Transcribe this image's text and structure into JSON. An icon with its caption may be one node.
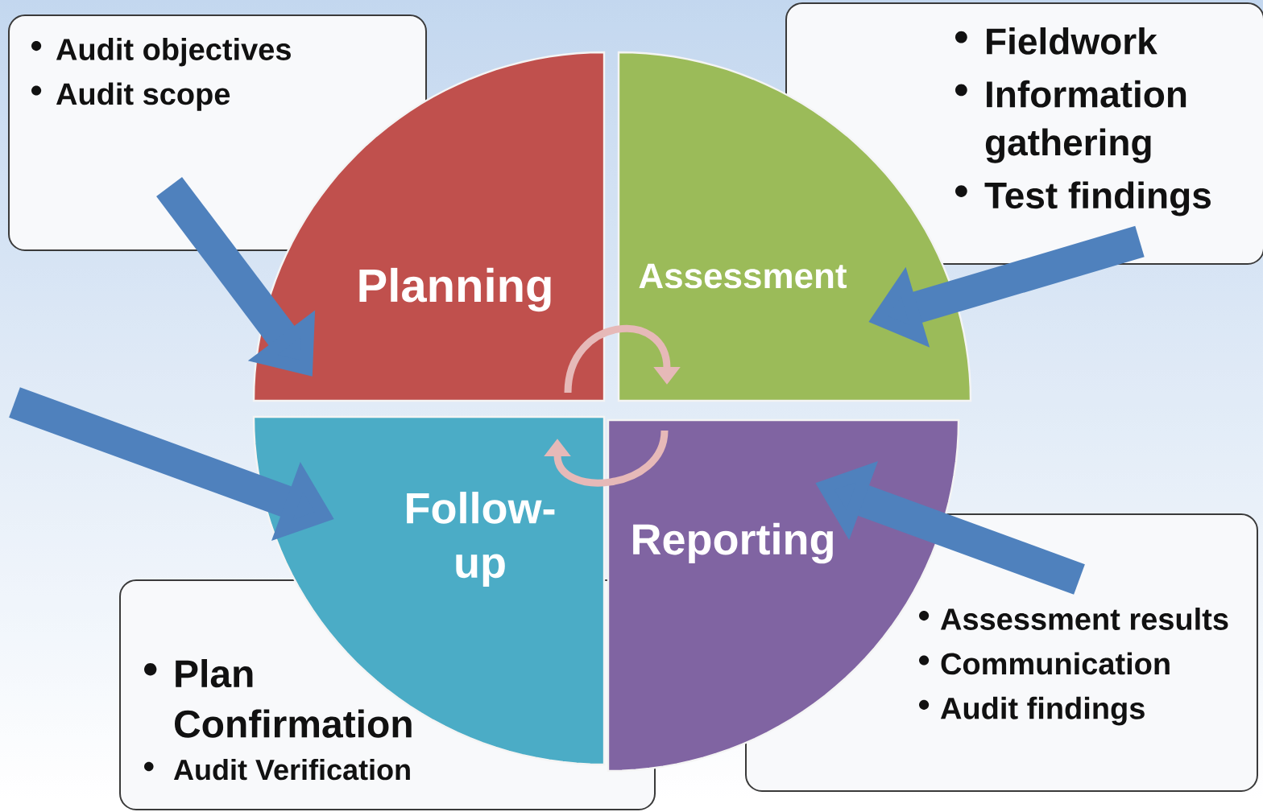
{
  "diagram": {
    "nodes": [
      {
        "text": [
          "Audit objectives",
          "Audit scope"
        ]
      },
      {
        "text": [
          "Fieldwork",
          "Information gathering",
          "Test findings"
        ]
      },
      {
        "text": [
          "Planning"
        ]
      },
      {
        "text": [
          "Assessment"
        ]
      },
      {
        "text": [
          "Follow-up"
        ]
      },
      {
        "text": [
          "Reporting"
        ]
      },
      {
        "text": [
          "Assessment results",
          "Communication",
          "Audit findings"
        ]
      },
      {
        "text": [
          "Plan Confirmation",
          "Audit Verification"
        ]
      }
    ],
    "edges": [
      {
        "from": 0,
        "to": 2,
        "arrow": "to"
      },
      {
        "from": 1,
        "to": 3,
        "arrow": "to"
      },
      {
        "from": null,
        "to": 4,
        "arrow": "to"
      },
      {
        "from": 6,
        "to": 5,
        "arrow": "to"
      },
      {
        "from": 2,
        "to": 3,
        "arrow": "to",
        "color": "#e6b9b8"
      },
      {
        "from": 5,
        "to": 4,
        "arrow": "to",
        "color": "#e6b9b8"
      }
    ]
  }
}
